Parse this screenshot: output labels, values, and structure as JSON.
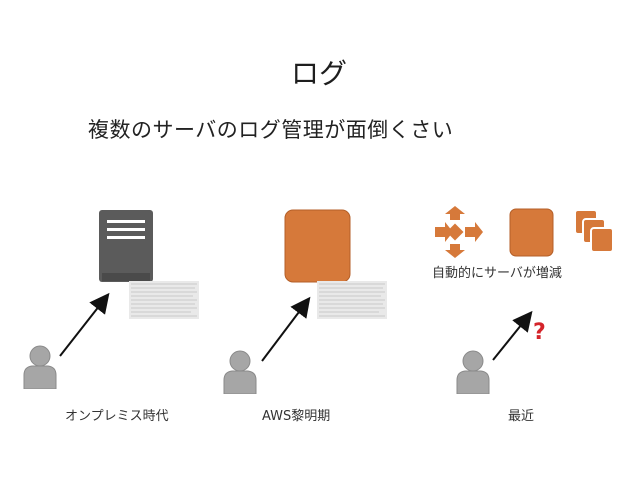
{
  "slide": {
    "title": "ログ",
    "subtitle": "複数のサーバのログ管理が面倒くさい"
  },
  "panels": [
    {
      "caption": "オンプレミス時代",
      "server_icon": "server-icon"
    },
    {
      "caption": "AWS黎明期",
      "server_icon": "ec2-instance-icon"
    },
    {
      "caption": "最近",
      "note": "自動的にサーバが増減",
      "question": "?",
      "icons": [
        "elastic-load-balancing-icon",
        "ec2-instance-icon",
        "ec2-instances-icon"
      ]
    }
  ],
  "colors": {
    "server_gray": "#5b5b5b",
    "aws_orange": "#d6793a",
    "person_gray": "#a6a6a6",
    "question_red": "#d4242a"
  }
}
